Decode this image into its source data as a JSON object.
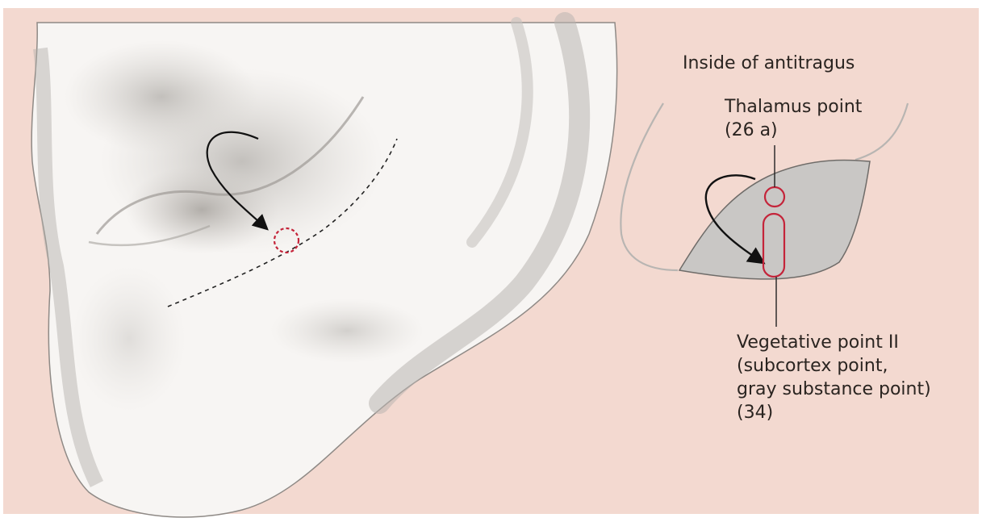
{
  "figure": {
    "background_color": "#f3d9d0",
    "ear_fill_color": "#f7f5f3",
    "marker_color": "#c4243a",
    "labels": {
      "inside_antitragus": "Inside of antitragus",
      "thalamus_point": {
        "line1": "Thalamus point",
        "line2": "(26 a)"
      },
      "vegetative_point": {
        "line1": "Vegetative point II",
        "line2": "(subcortex point,",
        "line3": "gray substance point)",
        "line4": "(34)"
      }
    }
  }
}
